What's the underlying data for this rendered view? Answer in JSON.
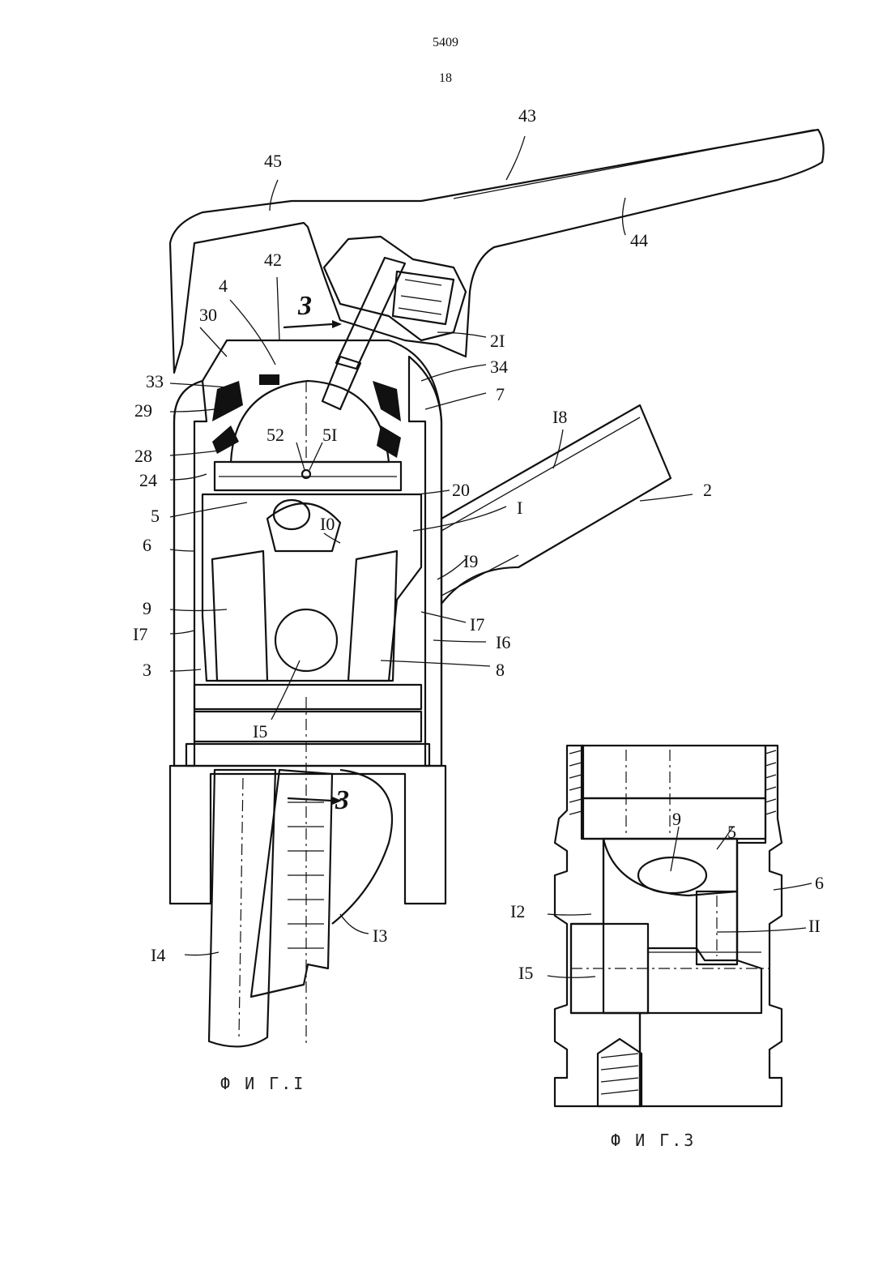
{
  "header": {
    "doc_number": "5409",
    "page_number": "18"
  },
  "figures": [
    {
      "caption": "Ф И Г.I",
      "labels": [
        "43",
        "45",
        "44",
        "42",
        "4",
        "3",
        "2I",
        "30",
        "34",
        "33",
        "7",
        "29",
        "52",
        "5I",
        "I8",
        "28",
        "24",
        "20",
        "2",
        "5",
        "I",
        "I0",
        "6",
        "I9",
        "9",
        "I7",
        "I7",
        "I6",
        "3",
        "8",
        "I5",
        "3",
        "I4",
        "I3"
      ]
    },
    {
      "caption": "Ф И Г.3",
      "labels": [
        "9",
        "5",
        "6",
        "I2",
        "II",
        "I5"
      ]
    }
  ]
}
